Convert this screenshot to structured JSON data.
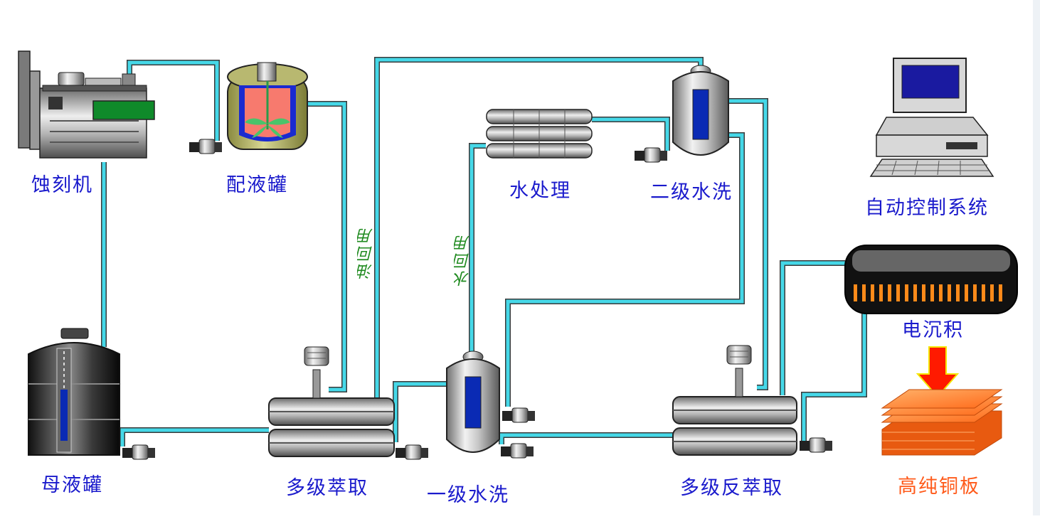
{
  "labels": {
    "etcher": "蚀刻机",
    "mixing_tank": "配液罐",
    "mother_tank": "母液罐",
    "multi_extraction": "多级萃取",
    "wash_1": "一级水洗",
    "water_treatment": "水处理",
    "wash_2": "二级水洗",
    "back_extraction": "多级反萃取",
    "electrowinning": "电沉积",
    "copper_plate": "高纯铜板",
    "control_system": "自动控制系统"
  },
  "flow_notes": {
    "oil_return": "油回用",
    "water_return": "水回用"
  },
  "colors": {
    "pipe": "#45d8e8",
    "label": "#1a1acc",
    "product_label": "#ff5a1a",
    "note": "#1f8a1f",
    "liquid": "#0a2ab4",
    "arrow": "#ff1a00"
  }
}
